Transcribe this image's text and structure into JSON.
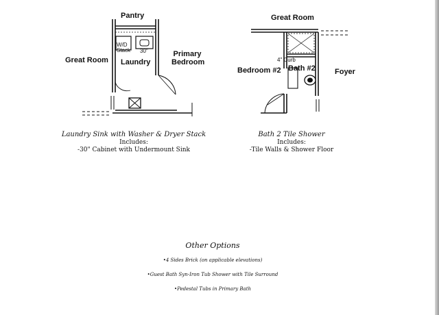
{
  "left_plan": {
    "rooms": {
      "pantry": "Pantry",
      "great_room": "Great Room",
      "laundry": "Laundry",
      "primary_bedroom": "Primary Bedroom"
    },
    "fixtures": {
      "washer_dryer": "W/D Stack",
      "cabinet_size": "30\""
    },
    "caption": {
      "title": "Laundry Sink with Washer & Dryer Stack",
      "includes": "Includes:",
      "item": "-30\" Cabinet with Undermount Sink"
    }
  },
  "right_plan": {
    "rooms": {
      "great_room": "Great Room",
      "bedroom2": "Bedroom #2",
      "bath2": "Bath #2",
      "foyer": "Foyer"
    },
    "fixtures": {
      "curb": "4\" Curb"
    },
    "caption": {
      "title": "Bath 2 Tile Shower",
      "includes": "Includes:",
      "item": "-Tile Walls & Shower Floor"
    }
  },
  "other_options": {
    "title": "Other Options",
    "items": [
      "•4 Sides Brick (on applicable elevations)",
      "•Guest Bath Syn-Iron Tub Shower with Tile Surround",
      "•Pedestal Tubs in Primary Bath"
    ]
  }
}
